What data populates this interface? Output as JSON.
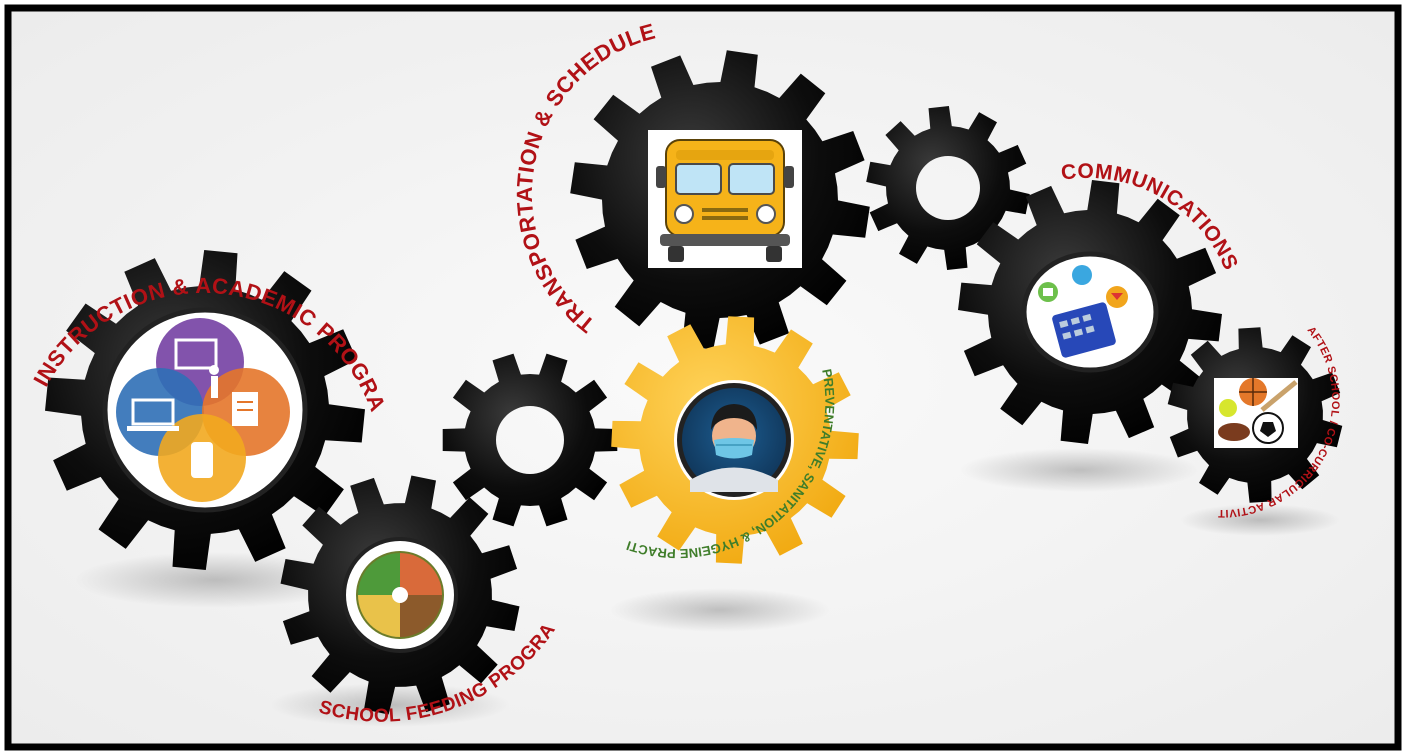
{
  "labels": {
    "instruction": "INSTRUCTION & ACADEMIC PROGRAMMING",
    "feeding": "SCHOOL FEEDING PROGRAM",
    "transportation": "TRANSPORTATION & SCHEDULE",
    "preventative": "PREVENTATIVE, SANITATION, & HYGEINE PRACTICES",
    "communications": "COMMUNICATIONS",
    "after_school": "AFTER SCHOOL / CO-CURRICULAR ACTIVITIES"
  },
  "colors": {
    "gear": "#0a0a0a",
    "gear_highlight": "#f7b51c",
    "label_red": "#b11116",
    "label_green": "#3f7d2a",
    "frame": "#000000",
    "background": "#f2f2f2"
  },
  "icons": {
    "instruction": "instruction-venn-icon",
    "feeding": "food-plate-icon",
    "transportation": "school-bus-icon",
    "preventative": "masked-person-icon",
    "communications": "smartphone-apps-icon",
    "after_school": "sports-balls-icon"
  }
}
